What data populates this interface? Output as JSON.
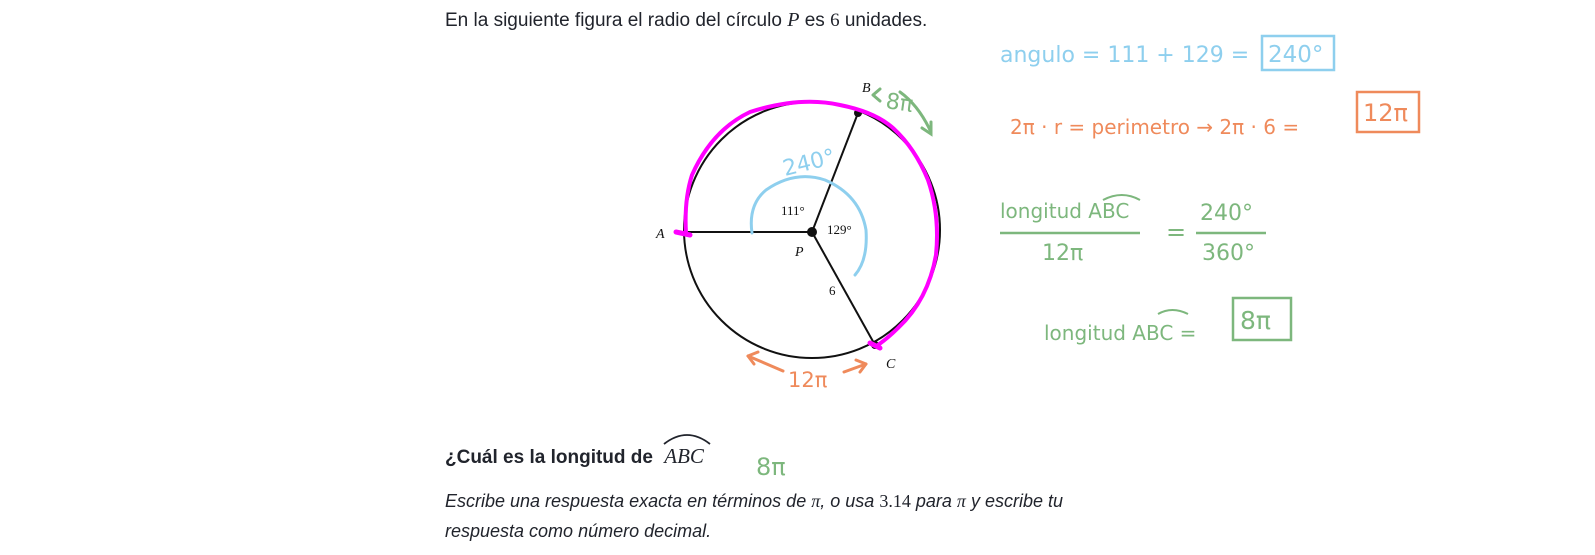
{
  "intro": {
    "before": "En la siguiente figura el radio del círculo",
    "var": "P",
    "middle": "es",
    "num": "6",
    "after": "unidades."
  },
  "figure": {
    "points": {
      "a": "A",
      "b": "B",
      "c": "C",
      "p": "P"
    },
    "angle_top": "111°",
    "angle_right": "129°",
    "radius_label": "6"
  },
  "handwritten": {
    "arc_label_top": "8π",
    "angle_label": "240°",
    "arc_label_bottom": "12π",
    "line1": "angulo = 111 + 129 =",
    "line1_box": "240°",
    "line2": "2π · r = perimetro → 2π · 6 =",
    "line2_box": "12π",
    "frac_num": "longitud ABC",
    "frac_den": "12π",
    "equals": "=",
    "rhs_num": "240°",
    "rhs_den": "360°",
    "line4": "longitud ABC =",
    "line4_box": "8π",
    "answer": "8π"
  },
  "question": {
    "text": "¿Cuál es la longitud de",
    "arc": "ABC"
  },
  "hint": {
    "p1": "Escribe una respuesta exacta en términos de",
    "pi1": "π",
    "p2": ", o usa",
    "num": "3.14",
    "p3": "para",
    "pi2": "π",
    "p4": "y escribe tu",
    "line2": "respuesta como número decimal."
  },
  "colors": {
    "magenta": "#ff00ff",
    "blue": "#8ecfee",
    "green": "#7db77d",
    "orange": "#ef8a5b",
    "ink": "#111111"
  }
}
